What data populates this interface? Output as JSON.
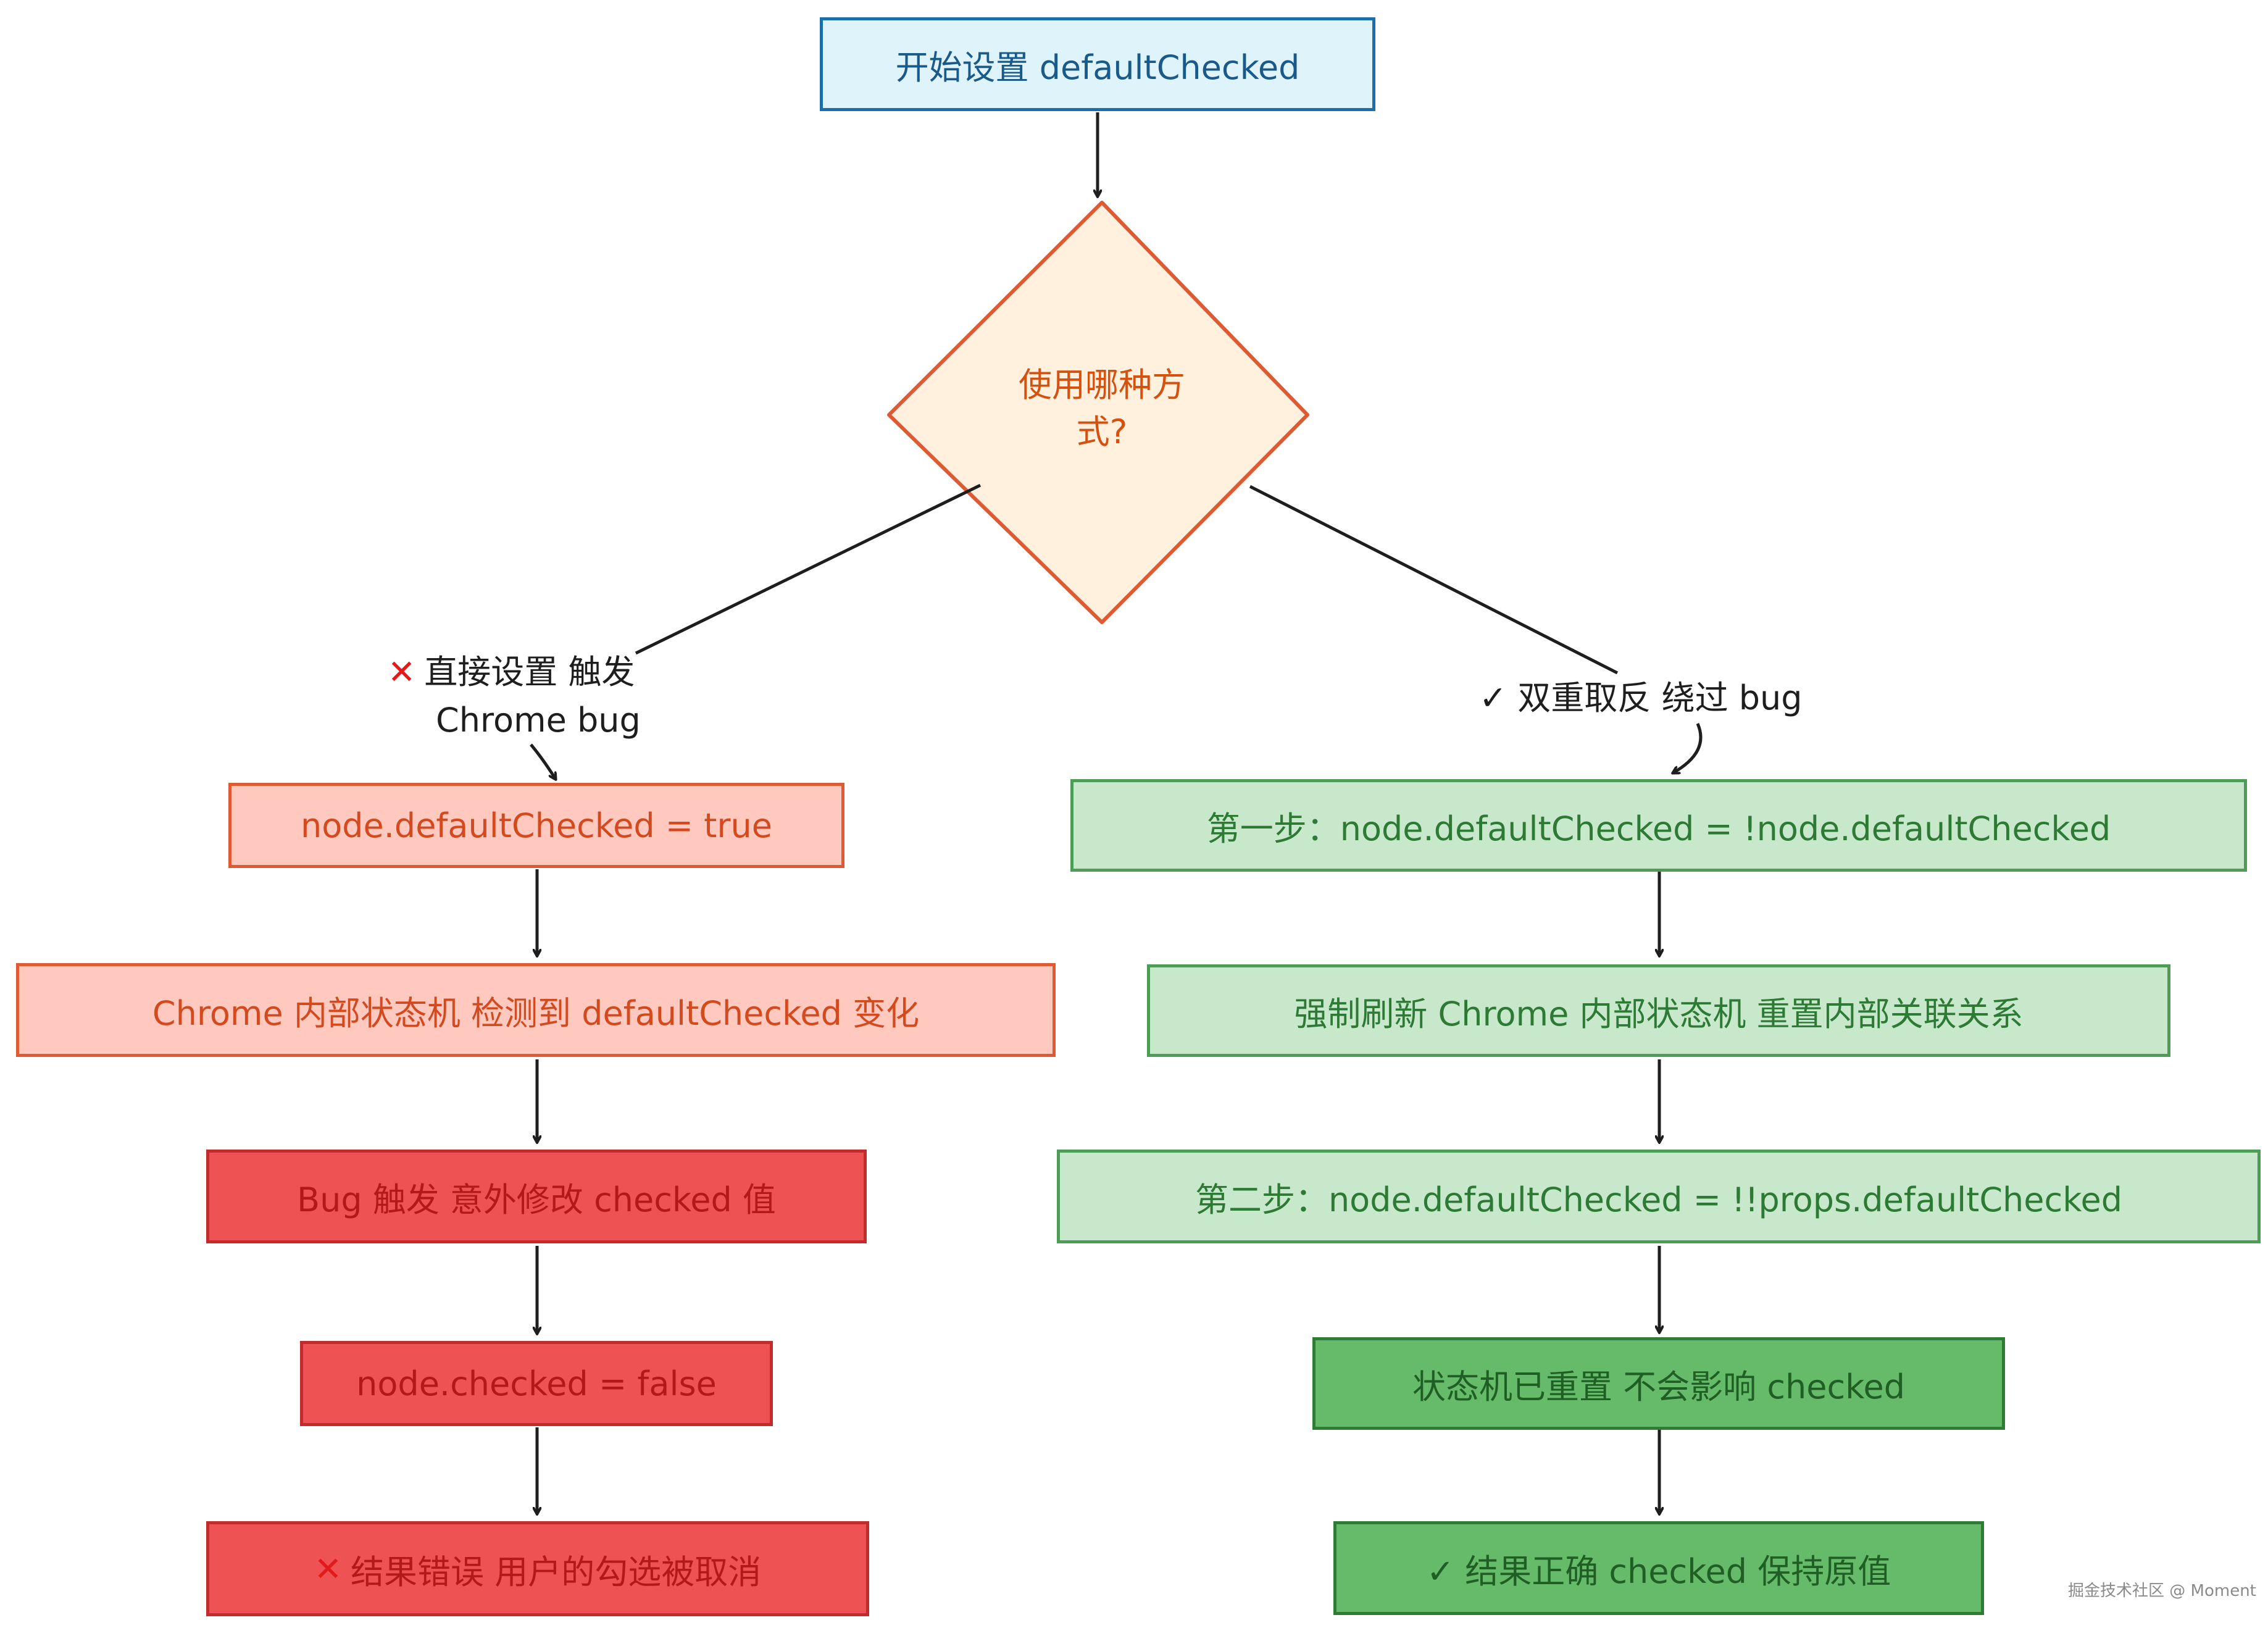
{
  "nodes": {
    "start": "开始设置 defaultChecked",
    "decision_line1": "使用哪种方",
    "decision_line2": "式?",
    "left": {
      "step1": "node.defaultChecked = true",
      "step2": "Chrome 内部状态机 检测到 defaultChecked 变化",
      "step3": "Bug 触发 意外修改 checked 值",
      "step4": "node.checked = false",
      "result_icon": "✕",
      "result": "结果错误 用户的勾选被取消"
    },
    "right": {
      "step1": "第一步：node.defaultChecked = !node.defaultChecked",
      "step2": "强制刷新 Chrome 内部状态机 重置内部关联关系",
      "step3": "第二步：node.defaultChecked = !!props.defaultChecked",
      "step4": "状态机已重置 不会影响 checked",
      "result": "✓ 结果正确 checked 保持原值"
    }
  },
  "edges": {
    "left_label_icon": "✕",
    "left_label_line1": "直接设置 触发",
    "left_label_line2": "Chrome bug",
    "right_label": "✓ 双重取反 绕过 bug"
  },
  "watermark": "掘金技术社区 @ Moment",
  "colors": {
    "blue": "#1a6fa8",
    "orange": "#de5a32",
    "red": "#ef5252",
    "light_green": "#c8e8cc",
    "green": "#66bb6a"
  }
}
